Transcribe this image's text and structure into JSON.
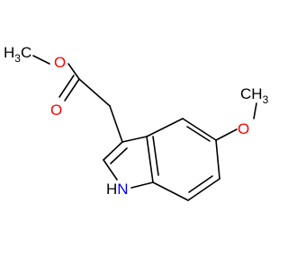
{
  "molecule": {
    "labels": {
      "methyl_ester": "H3C",
      "methyl_ester_base": "H",
      "methyl_ester_sub": "3",
      "methyl_ester_tail": "C",
      "ester_ether_o": "O",
      "carbonyl_o": "O",
      "methoxy_o": "O",
      "methoxy_ch3": "CH3",
      "methoxy_base": "CH",
      "methoxy_sub": "3",
      "nh": "HN"
    },
    "colors": {
      "bond": "#000000",
      "oxygen": "#ff0000",
      "nitrogen": "#0000ff",
      "carbon_label": "#000000"
    }
  }
}
